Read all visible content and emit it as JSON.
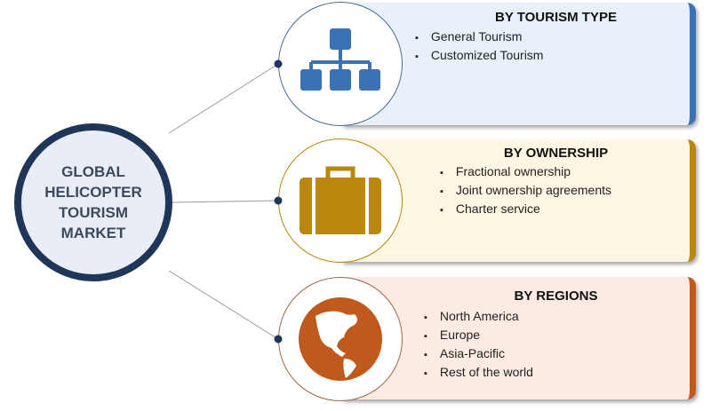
{
  "center": {
    "title": "GLOBAL HELICOPTER TOURISM MARKET",
    "lines": [
      "GLOBAL",
      "HELICOPTER",
      "TOURISM",
      "MARKET"
    ]
  },
  "segments": [
    {
      "title": "BY TOURISM TYPE",
      "icon": "hierarchy-icon",
      "color": "#3a72b4",
      "fill": "#e8f0f9",
      "items": [
        "General Tourism",
        "Customized Tourism"
      ]
    },
    {
      "title": "BY OWNERSHIP",
      "icon": "briefcase-icon",
      "color": "#b8870b",
      "fill": "#fdf6e2",
      "items": [
        "Fractional ownership",
        "Joint ownership agreements",
        "Charter service"
      ]
    },
    {
      "title": "BY REGIONS",
      "icon": "globe-icon",
      "color": "#bf5a1c",
      "fill": "#fcebe2",
      "items": [
        "North America",
        "Europe",
        "Asia-Pacific",
        "Rest of the world"
      ]
    }
  ]
}
